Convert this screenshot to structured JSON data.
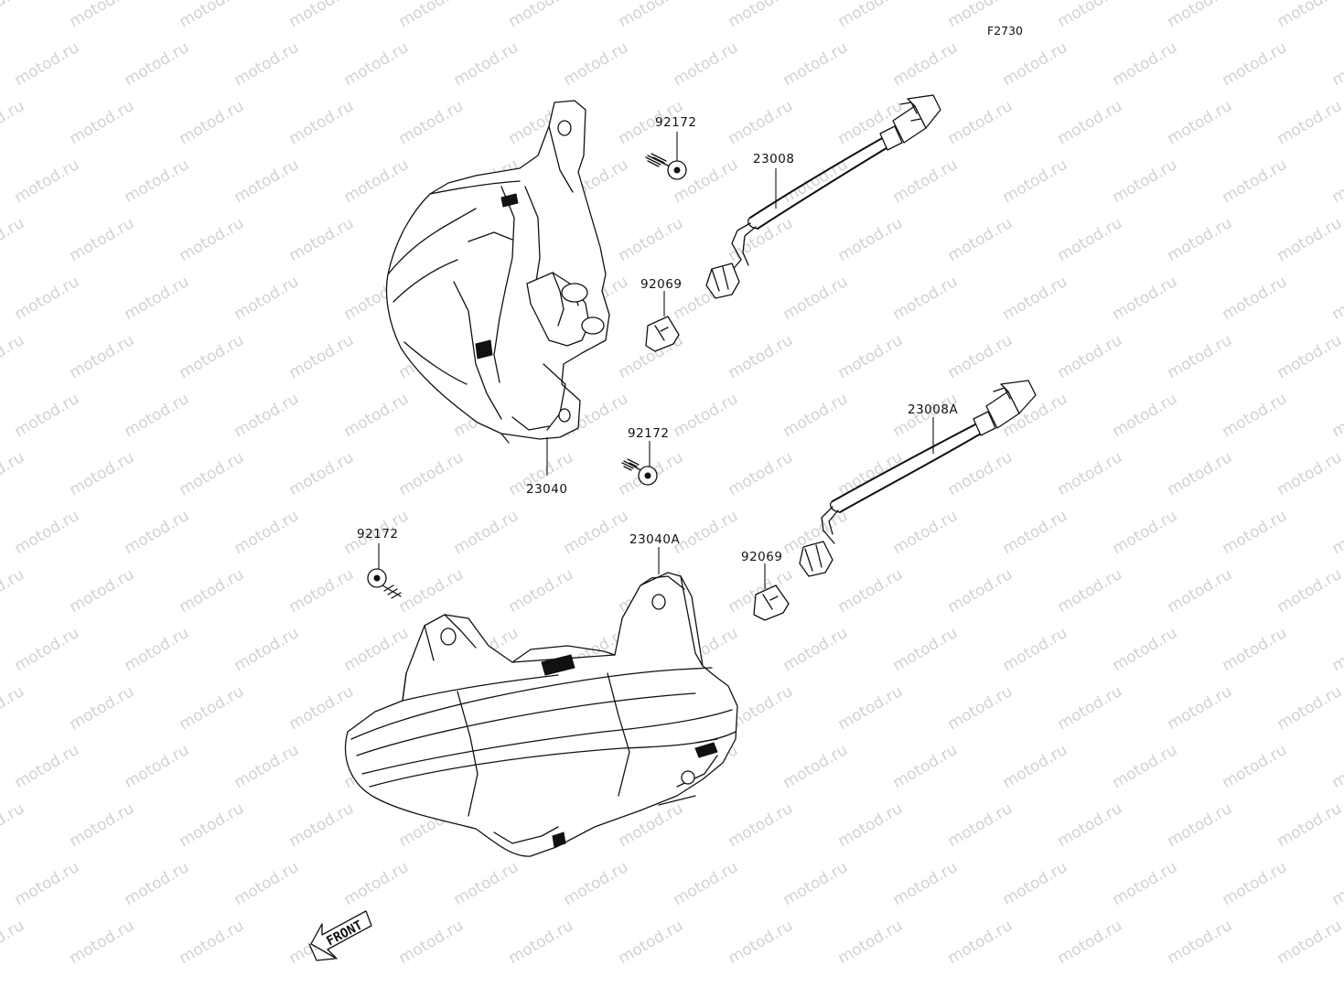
{
  "figure_code": "F2730",
  "watermark_text": "motod.ru",
  "front_label": "FRONT",
  "parts": {
    "rear_lamp_upper": "23040",
    "rear_lamp_lower": "23040A",
    "socket_upper": "23008",
    "socket_lower": "23008A",
    "bulb_upper": "92069",
    "bulb_lower": "92069",
    "screw_a": "92172",
    "screw_b": "92172",
    "screw_c": "92172"
  }
}
